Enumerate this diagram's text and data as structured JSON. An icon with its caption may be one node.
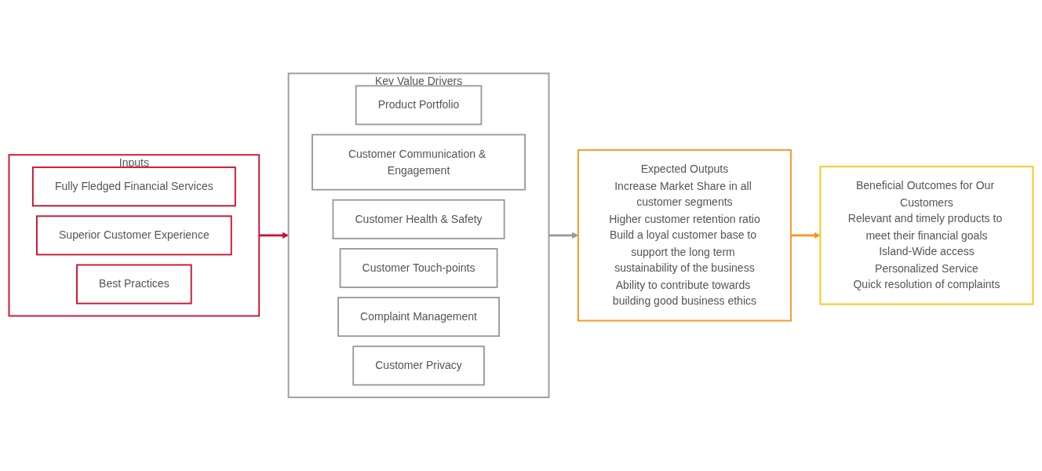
{
  "diagram": {
    "nodes": [
      {
        "text": [
          "Inputs"
        ]
      },
      {
        "text": [
          "Fully Fledged Financial Services"
        ],
        "in": 0
      },
      {
        "text": [
          "Superior Customer Experience"
        ],
        "in": 0
      },
      {
        "text": [
          "Best Practices"
        ],
        "in": 0
      },
      {
        "text": [
          "Key Value Drivers"
        ]
      },
      {
        "text": [
          "Product Portfolio"
        ],
        "in": 4
      },
      {
        "text": [
          "Customer Communication & Engagement"
        ],
        "in": 4
      },
      {
        "text": [
          "Customer Health & Safety"
        ],
        "in": 4
      },
      {
        "text": [
          "Customer Touch-points"
        ],
        "in": 4
      },
      {
        "text": [
          "Complaint Management"
        ],
        "in": 4
      },
      {
        "text": [
          "Customer Privacy"
        ],
        "in": 4
      },
      {
        "text": [
          "Expected Outputs",
          "Increase Market Share in all customer segments",
          "Higher customer retention ratio",
          "Build a loyal customer base to support the long term sustainability of the business",
          "Ability to contribute towards building good business ethics"
        ]
      },
      {
        "text": [
          "Beneficial Outcomes for Our Customers",
          "Relevant and timely products to meet their financial goals",
          "Island-Wide access",
          "Personalized Service",
          "Quick resolution of complaints"
        ]
      }
    ],
    "edges": [
      {
        "from": 0,
        "to": 4,
        "arrow": "to",
        "color": "#c8102e"
      },
      {
        "from": 4,
        "to": 11,
        "arrow": "to",
        "color": "#999999"
      },
      {
        "from": 11,
        "to": 12,
        "arrow": "to",
        "color": "#f7941d"
      }
    ]
  }
}
